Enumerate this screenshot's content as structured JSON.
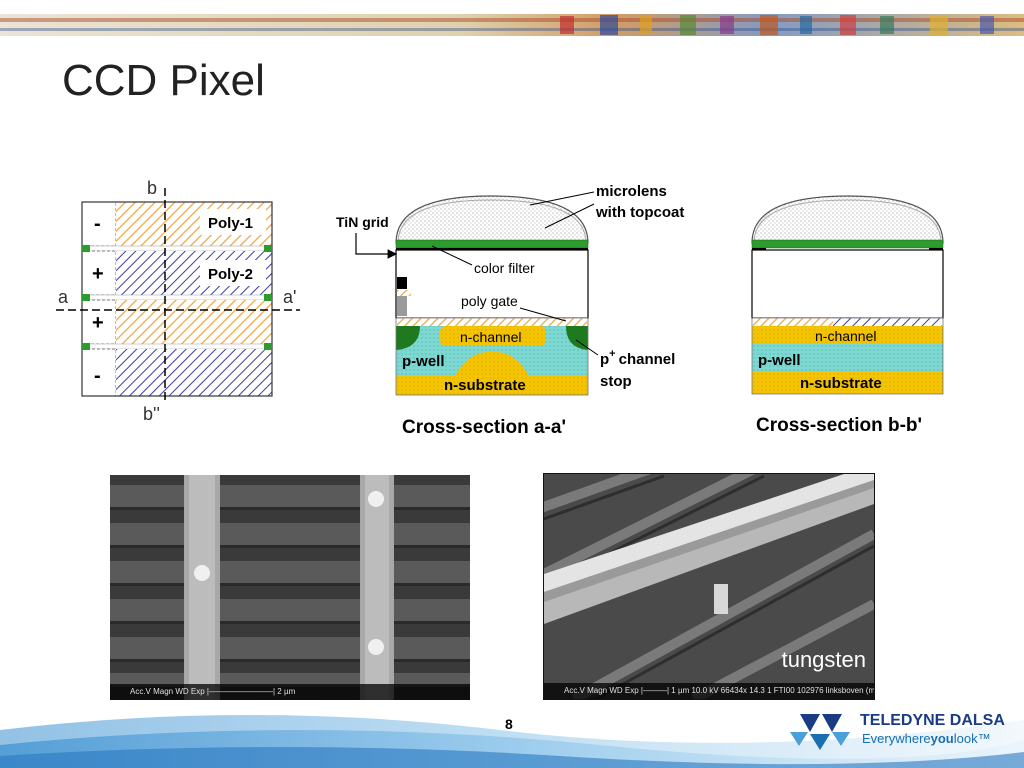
{
  "slide": {
    "title": "CCD Pixel",
    "page_number": "8"
  },
  "layout_diagram": {
    "top_cut": "b",
    "bottom_cut": "b''",
    "left_cut": "a",
    "right_cut": "a'",
    "rows": [
      {
        "sign": "-",
        "label": "Poly-1"
      },
      {
        "sign": "+",
        "label": "Poly-2"
      },
      {
        "sign": "+",
        "label": ""
      },
      {
        "sign": "-",
        "label": ""
      }
    ]
  },
  "cross_section_aa": {
    "caption": "Cross-section a-a'",
    "labels": {
      "tin_grid": "TiN grid",
      "microlens": "microlens",
      "microlens_2": "with topcoat",
      "color_filter": "color filter",
      "poly_gate": "poly gate",
      "n_channel": "n-channel",
      "p_well": "p-well",
      "n_substrate": "n-substrate",
      "channel_stop_p": "p",
      "channel_stop_sup": "+",
      "channel_stop_1": "channel",
      "channel_stop_2": "stop"
    }
  },
  "cross_section_bb": {
    "caption": "Cross-section b-b'",
    "labels": {
      "n_channel": "n-channel",
      "p_well": "p-well",
      "n_substrate": "n-substrate"
    }
  },
  "sem_images": {
    "left_scale": "Acc.V   Magn   WD  Exp   |————————|  2 µm",
    "right_scale": "Acc.V  Magn    WD  Exp   |———|  1 µm    10.0 kV 66434x  14.3  1      FTI00 102976 linksboven (m Vinf)",
    "right_label": "tungsten"
  },
  "branding": {
    "company": "TELEDYNE DALSA",
    "tagline_a": "Everywhere",
    "tagline_b": "you",
    "tagline_c": "look",
    "tm": "™"
  },
  "colors": {
    "yellow": "#f5c400",
    "cyan": "#7dd8d2",
    "green": "#2e9b2e",
    "hatch_orange": "#f0a640",
    "hatch_blue": "#3c3ca0",
    "title": "#222222",
    "brand_blue": "#1a3c84"
  }
}
